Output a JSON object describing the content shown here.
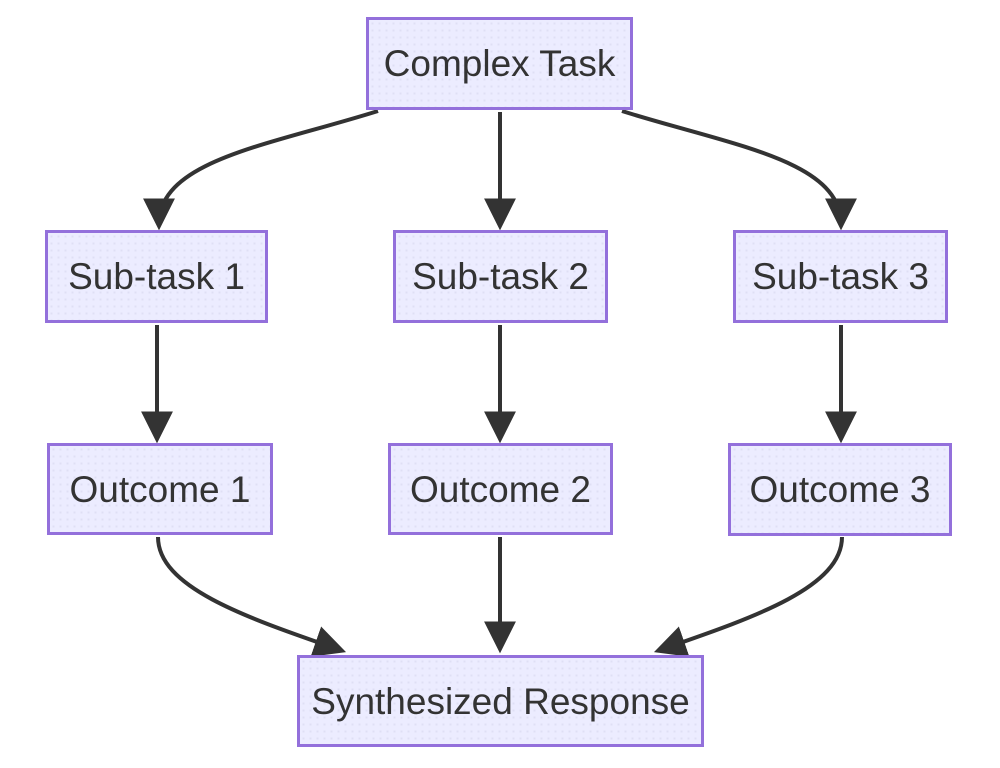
{
  "diagram": {
    "type": "flowchart",
    "orientation": "top-down",
    "background_color": "#ffffff",
    "colors": {
      "node_fill": "#ececff",
      "node_border": "#9370db",
      "edge_color": "#333333",
      "text_color": "#333333"
    },
    "nodes": {
      "complex_task": {
        "label": "Complex Task"
      },
      "subtask_1": {
        "label": "Sub-task 1"
      },
      "subtask_2": {
        "label": "Sub-task 2"
      },
      "subtask_3": {
        "label": "Sub-task 3"
      },
      "outcome_1": {
        "label": "Outcome 1"
      },
      "outcome_2": {
        "label": "Outcome 2"
      },
      "outcome_3": {
        "label": "Outcome 3"
      },
      "synthesized_response": {
        "label": "Synthesized Response"
      }
    },
    "edges": [
      {
        "from": "Complex Task",
        "to": "Sub-task 1"
      },
      {
        "from": "Complex Task",
        "to": "Sub-task 2"
      },
      {
        "from": "Complex Task",
        "to": "Sub-task 3"
      },
      {
        "from": "Sub-task 1",
        "to": "Outcome 1"
      },
      {
        "from": "Sub-task 2",
        "to": "Outcome 2"
      },
      {
        "from": "Sub-task 3",
        "to": "Outcome 3"
      },
      {
        "from": "Outcome 1",
        "to": "Synthesized Response"
      },
      {
        "from": "Outcome 2",
        "to": "Synthesized Response"
      },
      {
        "from": "Outcome 3",
        "to": "Synthesized Response"
      }
    ]
  }
}
